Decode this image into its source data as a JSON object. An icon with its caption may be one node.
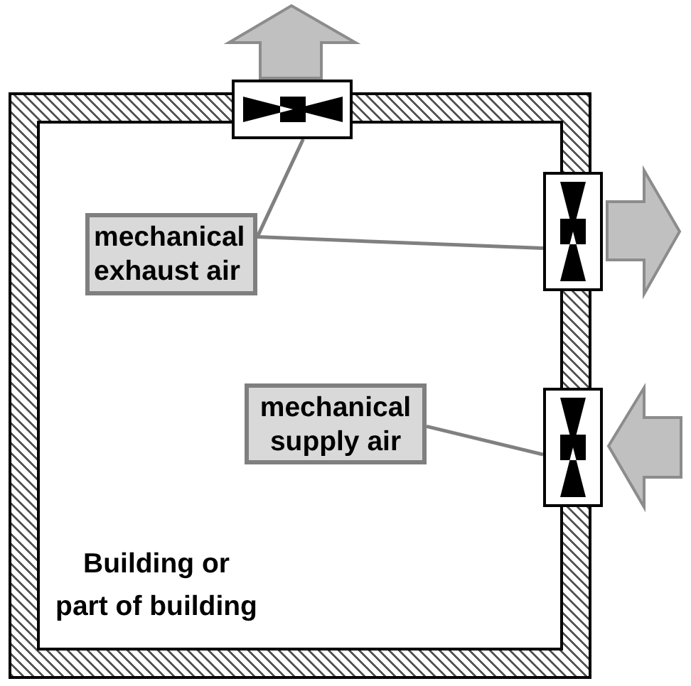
{
  "diagram": {
    "nodes": [
      {
        "text": [
          "Building or part of building"
        ]
      },
      {
        "text": [],
        "shape": "box"
      },
      {
        "text": [
          "mechanical exhaust air"
        ],
        "in": 0
      },
      {
        "text": [],
        "shape": "box"
      },
      {
        "text": [
          "mechanical supply air"
        ],
        "in": 0
      },
      {
        "text": [],
        "shape": "box"
      }
    ],
    "edges": [
      {
        "from": 2,
        "to": 1,
        "arrow": "none"
      },
      {
        "from": 2,
        "to": 3,
        "arrow": "none"
      },
      {
        "from": 4,
        "to": 5,
        "arrow": "none"
      }
    ]
  }
}
